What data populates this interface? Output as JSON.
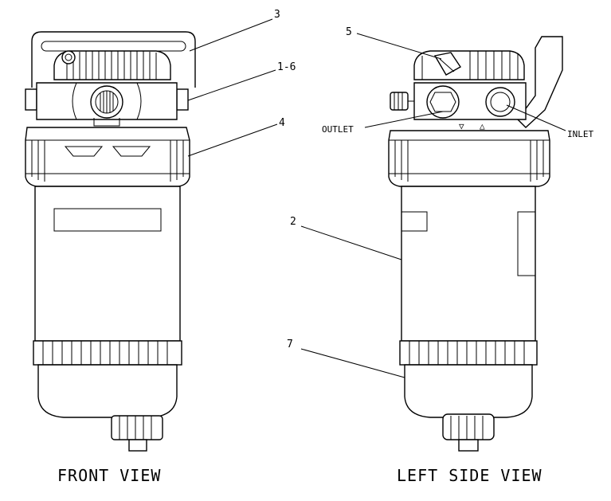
{
  "callouts": {
    "c3": "3",
    "c1_6": "1-6",
    "c4": "4",
    "c5": "5",
    "c2": "2",
    "c7": "7"
  },
  "ports": {
    "outlet": "OUTLET",
    "inlet": "INLET"
  },
  "views": {
    "front": "FRONT VIEW",
    "left_side": "LEFT SIDE VIEW"
  },
  "colors": {
    "ink": "#000000",
    "background": "#ffffff"
  }
}
